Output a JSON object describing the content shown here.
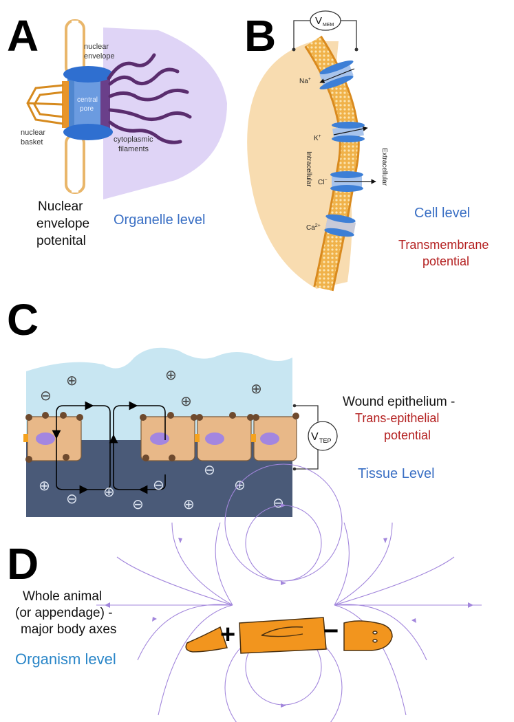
{
  "panels": {
    "a": {
      "letter": "A",
      "labels": {
        "nuclear_envelope_line1": "nuclear",
        "nuclear_envelope_line2": "envelope",
        "central_pore_line1": "central",
        "central_pore_line2": "pore",
        "nuclear_basket_line1": "nuclear",
        "nuclear_basket_line2": "basket",
        "cytoplasmic_filaments_line1": "cytoplasmic",
        "cytoplasmic_filaments_line2": "filaments"
      },
      "caption_line1": "Nuclear",
      "caption_line2": "envelope",
      "caption_line3": "potenital",
      "level": "Organelle level"
    },
    "b": {
      "letter": "B",
      "voltmeter_main": "V",
      "voltmeter_sub": "MEM",
      "ions": {
        "na": "Na",
        "na_charge": "+",
        "k": "K",
        "k_charge": "+",
        "cl": "Cl",
        "cl_charge": "−",
        "ca": "Ca",
        "ca_charge": "2+"
      },
      "intracellular": "Intracellular",
      "extracellular": "Extracellular",
      "level": "Cell level",
      "potential_line1": "Transmembrane",
      "potential_line2": "potential"
    },
    "c": {
      "letter": "C",
      "plus_symbol": "⊕",
      "minus_symbol": "⊖",
      "voltmeter_main": "V",
      "voltmeter_sub": "TEP",
      "wound_label": "Wound epithelium -",
      "potential_line1": "Trans-epithelial",
      "potential_line2": "potential",
      "level": "Tissue Level"
    },
    "d": {
      "letter": "D",
      "caption_line1": "Whole animal",
      "caption_line2": "(or appendage) -",
      "caption_line3": "major body axes",
      "level": "Organism level",
      "plus_sign": "+",
      "minus_sign": "−"
    }
  },
  "colors": {
    "cell_fill": "#f8dcb0",
    "membrane": "#e8a23a",
    "channel": "#3d7fd6",
    "water": "#c8e6f2",
    "tissue_dark": "#4a5a78",
    "epithelial_cell": "#e8b888",
    "worm": "#f2951e",
    "field_line": "#9c7fd8",
    "pore_lilac": "#cbbbf0"
  }
}
